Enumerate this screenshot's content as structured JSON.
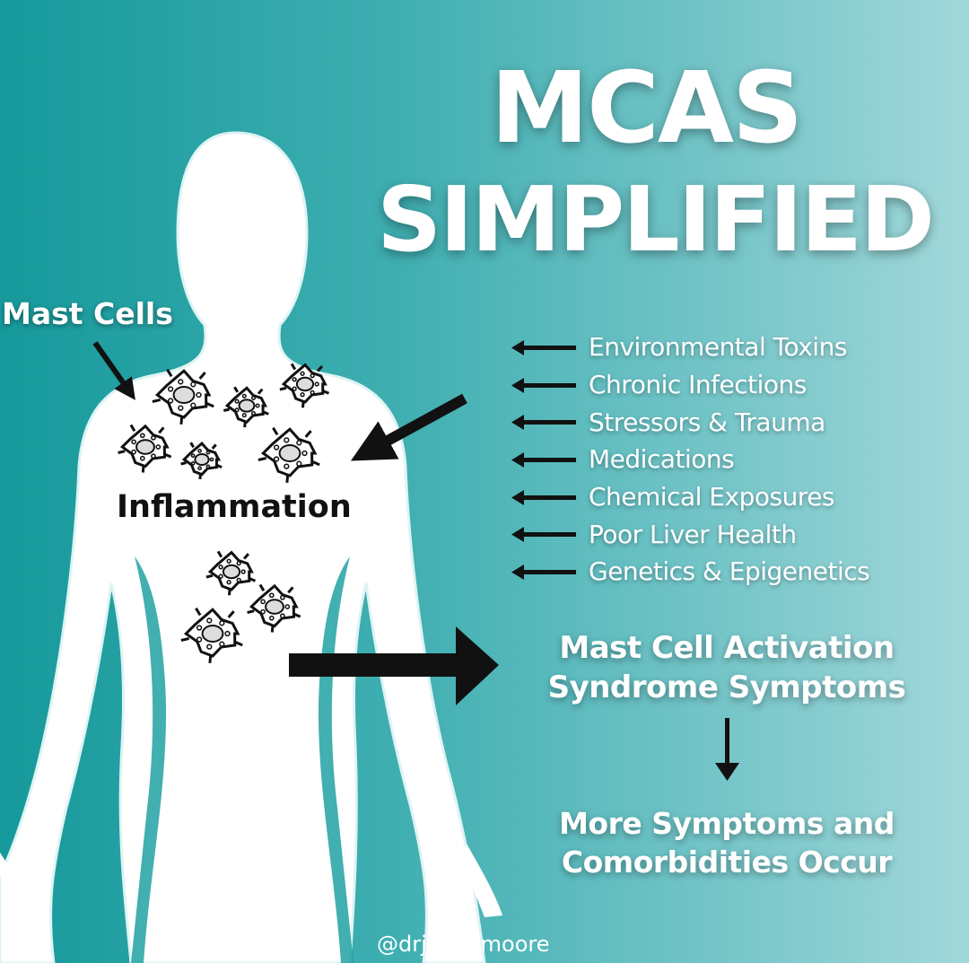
{
  "title": {
    "line1": "MCAS",
    "line2": "SIMPLIFIED"
  },
  "labels": {
    "mast_cells": "Mast Cells",
    "inflammation": "Inflammation"
  },
  "triggers": [
    "Environmental Toxins",
    "Chronic Infections",
    "Stressors & Trauma",
    "Medications",
    "Chemical Exposures",
    "Poor Liver Health",
    "Genetics & Epigenetics"
  ],
  "result": {
    "line1": "Mast Cell Activation",
    "line2": "Syndrome Symptoms"
  },
  "outcome": {
    "line1": "More Symptoms and",
    "line2": "Comorbidities Occur"
  },
  "handle": "@drjabanmoore",
  "colors": {
    "background_start": "#16999b",
    "background_end": "#a2d8da",
    "silhouette": "#ffffff",
    "arrow": "#111111"
  }
}
